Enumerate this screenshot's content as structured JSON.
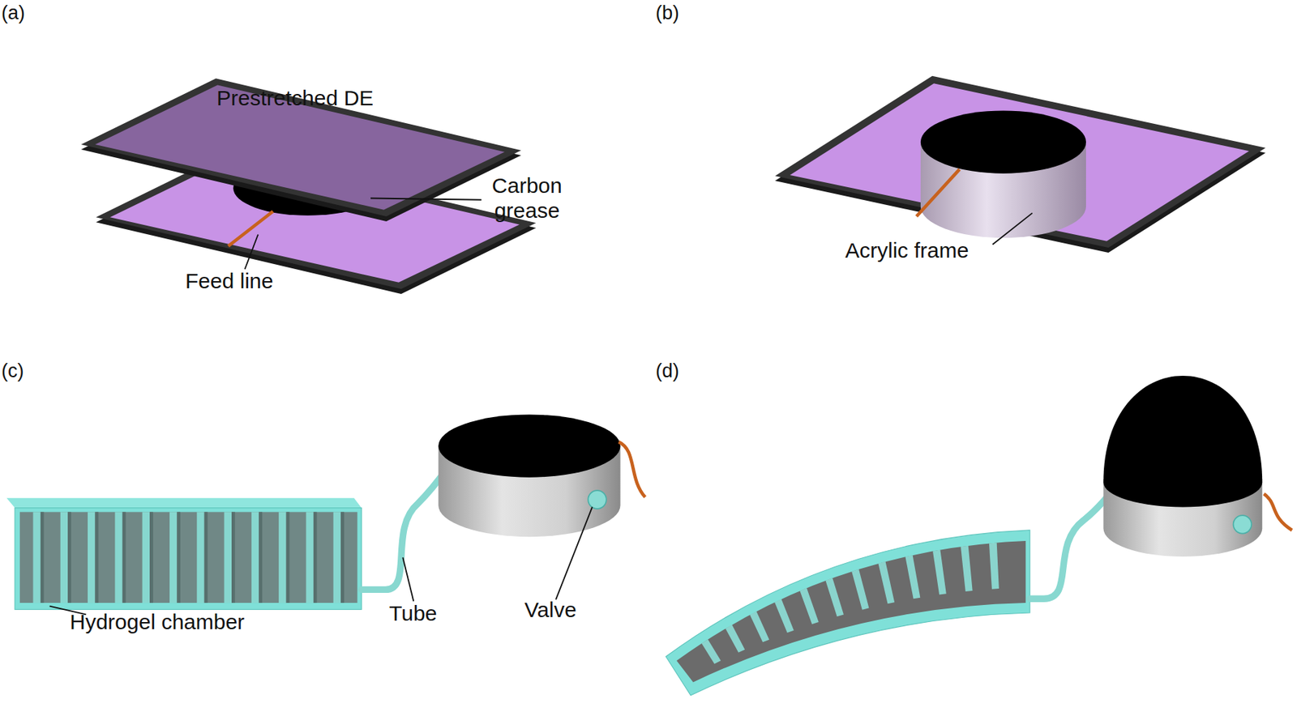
{
  "diagram": {
    "labels": [
      "(a)",
      "(b)",
      "Prestretched DE",
      "Carbon grease",
      "Feed line",
      "Acrylic frame",
      "(c)",
      "(d)",
      "Hydrogel chamber",
      "Tube",
      "Valve"
    ]
  }
}
